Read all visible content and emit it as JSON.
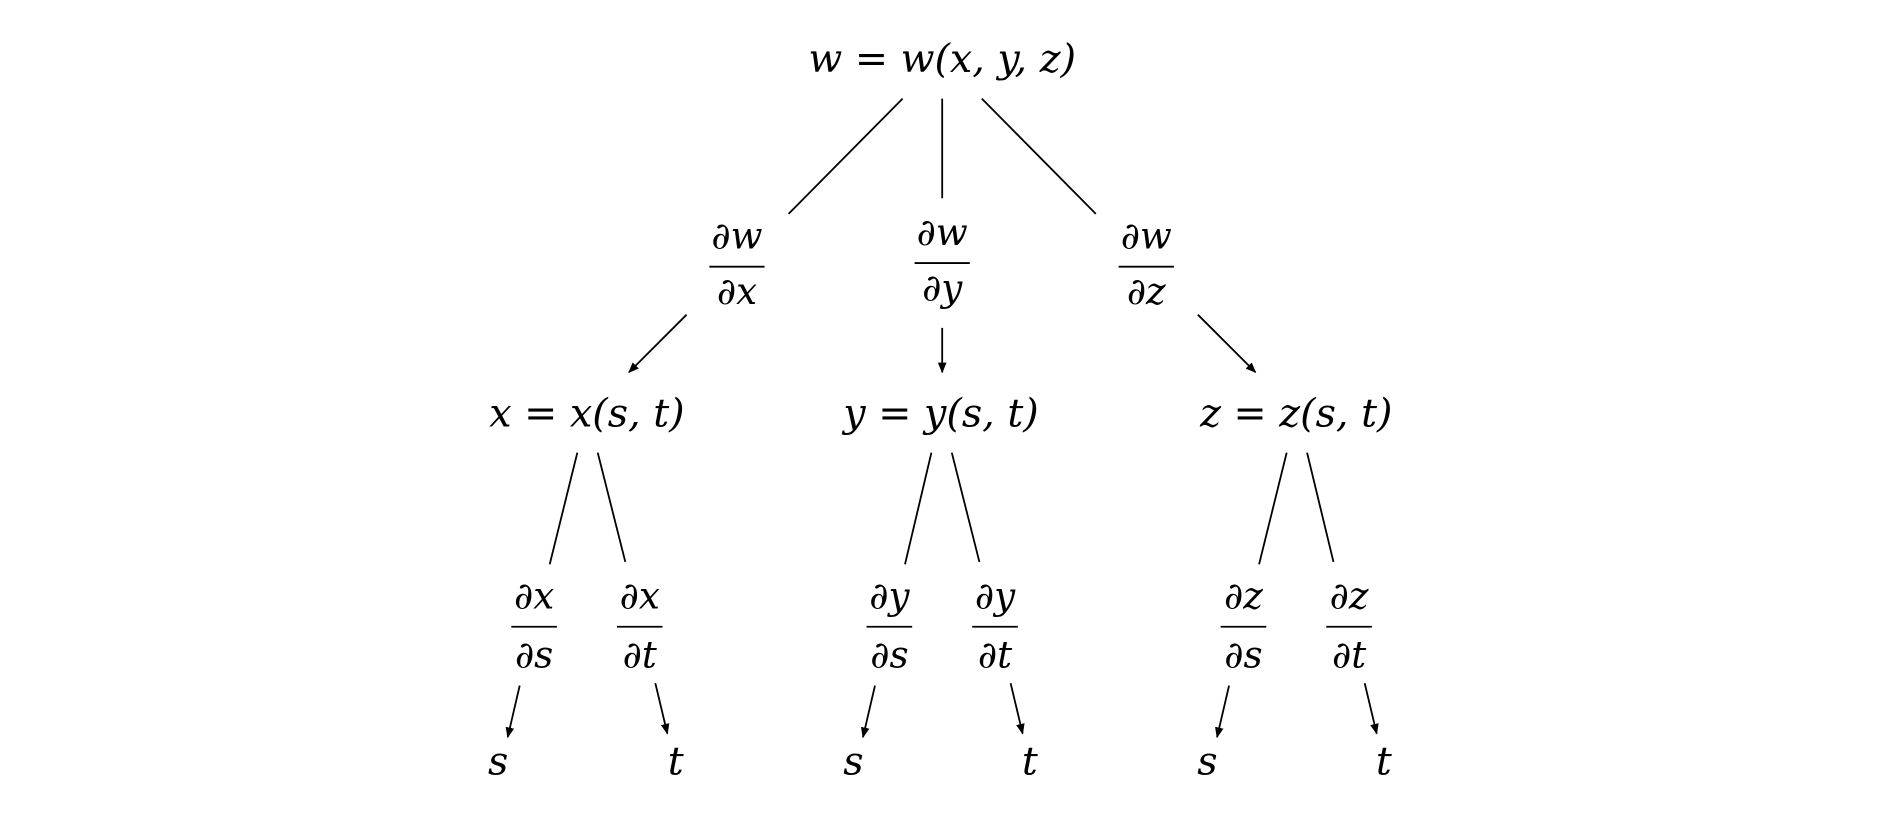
{
  "root": "w = w(x, y, z)",
  "level1": [
    {
      "num": "∂w",
      "den": "∂x"
    },
    {
      "num": "∂w",
      "den": "∂y"
    },
    {
      "num": "∂w",
      "den": "∂z"
    }
  ],
  "level2": [
    "x = x(s, t)",
    "y = y(s, t)",
    "z = z(s, t)"
  ],
  "level3": [
    {
      "num": "∂x",
      "den": "∂s"
    },
    {
      "num": "∂x",
      "den": "∂t"
    },
    {
      "num": "∂y",
      "den": "∂s"
    },
    {
      "num": "∂y",
      "den": "∂t"
    },
    {
      "num": "∂z",
      "den": "∂s"
    },
    {
      "num": "∂z",
      "den": "∂t"
    }
  ],
  "leaves": [
    "s",
    "t",
    "s",
    "t",
    "s",
    "t"
  ]
}
